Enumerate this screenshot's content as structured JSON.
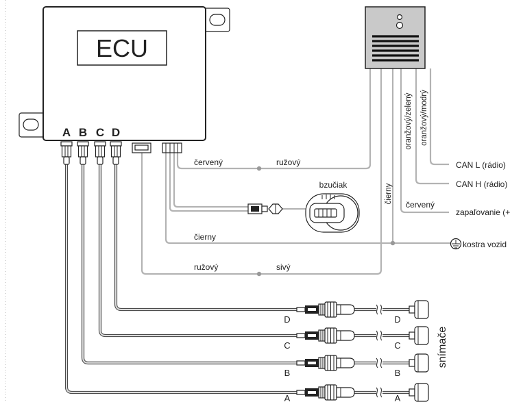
{
  "ecu": {
    "label": "ECU",
    "ports": [
      "A",
      "B",
      "C",
      "D"
    ]
  },
  "wires": {
    "red_pink": {
      "left": "červený",
      "right": "ružový"
    },
    "black": {
      "label": "čierny"
    },
    "pink_gray": {
      "left": "ružový",
      "right": "sivý"
    },
    "module_black": "čierny",
    "module_red": "červený",
    "orange_green": "oranžový/zelený",
    "orange_blue": "oranžový/modrý"
  },
  "buzzer": {
    "label": "bzučiak"
  },
  "terminals": {
    "can_l": "CAN L (rádio)",
    "can_h": "CAN H (rádio)",
    "ignition": "zapaľovanie (+",
    "ground": "kostra vozid"
  },
  "sensors": {
    "title": "snímače",
    "rows": [
      {
        "left": "D",
        "right": "D"
      },
      {
        "left": "C",
        "right": "C"
      },
      {
        "left": "B",
        "right": "B"
      },
      {
        "left": "A",
        "right": "A"
      }
    ]
  },
  "colors": {
    "outline": "#222222",
    "wire": "#b3b3b3",
    "module_fill": "#c9c9c9"
  }
}
